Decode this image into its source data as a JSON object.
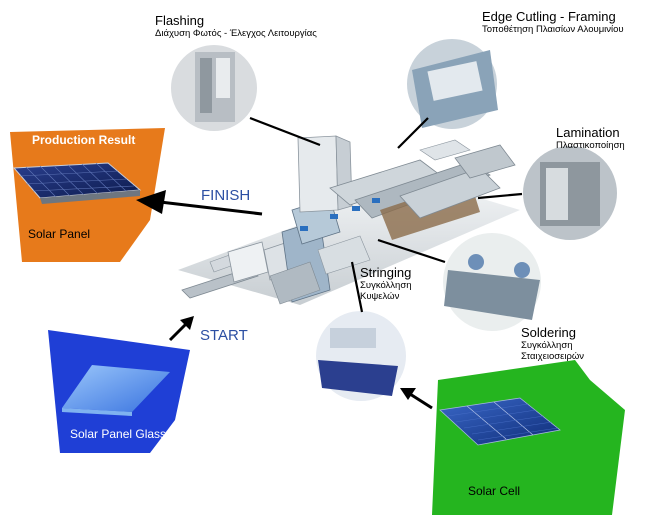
{
  "labels": {
    "flashing": {
      "title": "Flashing",
      "subtitle": "Διάχυση Φωτός - Έλεγχος Λειτουργίας"
    },
    "edge_cutting": {
      "title": "Edge Cutling - Framing",
      "subtitle": "Τοποθέτηση Πλαισίων Αλουμινίου"
    },
    "lamination": {
      "title": "Lamination",
      "subtitle": "Πλαστικοποίηση"
    },
    "stringing": {
      "title": "Stringing",
      "subtitle_line1": "Συγκόλληση",
      "subtitle_line2": "Κυψελών"
    },
    "soldering": {
      "title": "Soldering",
      "subtitle_line1": "Συγκόλληση",
      "subtitle_line2": "Σταιχειοσειρών"
    },
    "finish": "FINISH",
    "start": "START"
  },
  "cards": {
    "production_result": {
      "header": "Production Result",
      "label": "Solar Panel",
      "color": "#e77a1b"
    },
    "panel_glass": {
      "label": "Solar Panel Glass",
      "color": "#1f3fd6"
    },
    "solar_cell": {
      "label": "Solar Cell",
      "color": "#25b51f"
    }
  },
  "colors": {
    "arrow_text": "#2c4fa3",
    "arrow": "#000000"
  }
}
